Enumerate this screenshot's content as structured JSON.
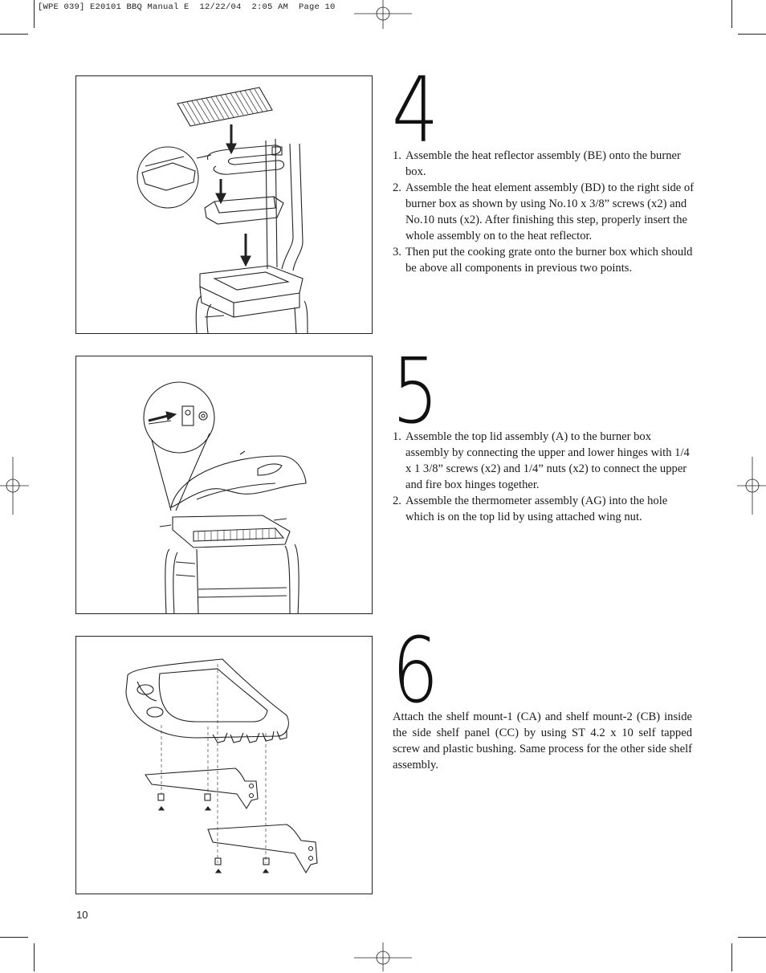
{
  "header": {
    "slug": "[WPE 039] E20101 BBQ Manual E  12/22/04  2:05 AM  Page 10"
  },
  "steps": [
    {
      "number": "4",
      "instructions": [
        {
          "num": "1.",
          "text": "Assemble the heat reflector assembly (BE) onto the burner box."
        },
        {
          "num": "2.",
          "text": "Assemble the heat element assembly (BD) to the right side of burner box as shown by using No.10 x 3/8” screws (x2) and No.10 nuts (x2). After finishing this step, properly insert the whole assembly on to the heat reflector."
        },
        {
          "num": "3.",
          "text": "Then put the cooking grate onto the burner box which should be above all components in previous two points."
        }
      ],
      "figure_icon": "grill-exploded-assembly-drawing"
    },
    {
      "number": "5",
      "instructions": [
        {
          "num": "1.",
          "text": "Assemble the top lid assembly (A) to the burner box assembly by connecting the upper and lower hinges with 1/4 x 1 3/8” screws (x2) and 1/4” nuts (x2) to connect the upper and fire box hinges together."
        },
        {
          "num": "2.",
          "text": "Assemble the thermometer assembly (AG) into the hole which is on the top lid by using attached wing nut."
        }
      ],
      "figure_icon": "grill-lid-hinge-drawing"
    },
    {
      "number": "6",
      "paragraph": "Attach the shelf mount-1 (CA) and shelf mount-2 (CB) inside the side shelf panel (CC) by using ST 4.2 x 10 self tapped screw and plastic bushing. Same process for the other side shelf assembly.",
      "figure_icon": "side-shelf-mount-drawing"
    }
  ],
  "page_number": "10"
}
